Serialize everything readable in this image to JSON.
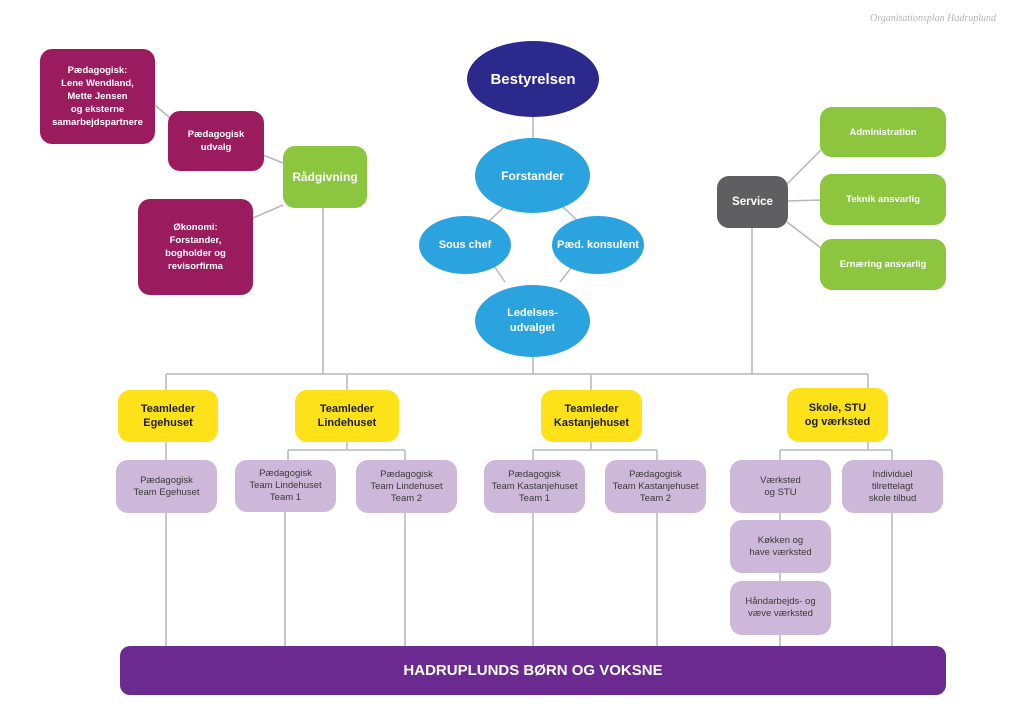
{
  "document": {
    "title": "Organisationsplan Hadruplund"
  },
  "colors": {
    "navy": "#2b2a8c",
    "blue": "#2aa3df",
    "green": "#8cc63f",
    "magenta": "#9b1c5e",
    "gray": "#5f5f61",
    "yellow": "#fde21a",
    "lilac": "#cdb8d9",
    "purple": "#6a2a8f",
    "line": "#b7b7b7"
  },
  "leadership": {
    "board": "Bestyrelsen",
    "principal": "Forstander",
    "deputy": "Sous chef",
    "consultant": "Pæd. konsulent",
    "committee": "Ledelses-\nudvalget"
  },
  "advisory": {
    "title": "Rådgivning",
    "pedagogical_external": "Pædagogisk:\nLene Wendland,\nMette Jensen\nog eksterne\nsamarbejdspartnere",
    "pedagogical_committee": "Pædagogisk\nudvalg",
    "finance": "Økonomi:\nForstander,\nbogholder og\nrevisorfirma"
  },
  "service": {
    "title": "Service",
    "items": [
      "Administration",
      "Teknik ansvarlig",
      "Ernæring ansvarlig"
    ]
  },
  "teams": [
    {
      "leader": "Teamleder\nEgehuset",
      "units": [
        "Pædagogisk\nTeam Egehuset"
      ]
    },
    {
      "leader": "Teamleder\nLindehuset",
      "units": [
        "Pædagogisk\nTeam Lindehuset\nTeam 1",
        "Pædagogisk\nTeam Lindehuset\nTeam 2"
      ]
    },
    {
      "leader": "Teamleder\nKastanjehuset",
      "units": [
        "Pædagogisk\nTeam Kastanjehuset\nTeam 1",
        "Pædagogisk\nTeam Kastanjehuset\nTeam 2"
      ]
    },
    {
      "leader": "Skole, STU\nog værksted",
      "units": [
        "Værksted\nog STU",
        "Køkken og\nhave værksted",
        "Håndarbejds- og\nvæve værksted",
        "Individuel\ntilrettelagt\nskole tilbud"
      ]
    }
  ],
  "footer": {
    "banner": "HADRUPLUNDS BØRN OG VOKSNE"
  }
}
